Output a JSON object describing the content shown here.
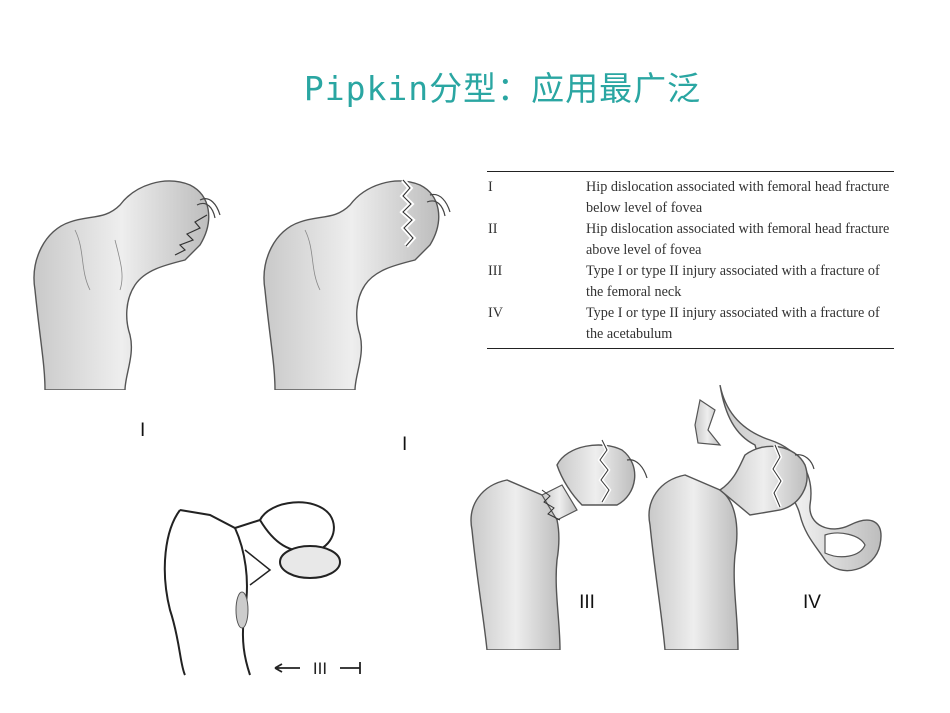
{
  "title": "Pipkin分型：应用最广泛",
  "table": {
    "rows": [
      {
        "type": "I",
        "description": "Hip dislocation associated with femoral head fracture below level of fovea"
      },
      {
        "type": "II",
        "description": "Hip dislocation associated with femoral head fracture above level of fovea"
      },
      {
        "type": "III",
        "description": "Type I or type II injury associated with a fracture of the femoral neck"
      },
      {
        "type": "IV",
        "description": "Type I or type II injury associated with a fracture of the acetabulum"
      }
    ]
  },
  "labels": {
    "fig1": "I",
    "fig2": "I",
    "fig3": "III",
    "fig4": "III",
    "fig5": "IV"
  }
}
